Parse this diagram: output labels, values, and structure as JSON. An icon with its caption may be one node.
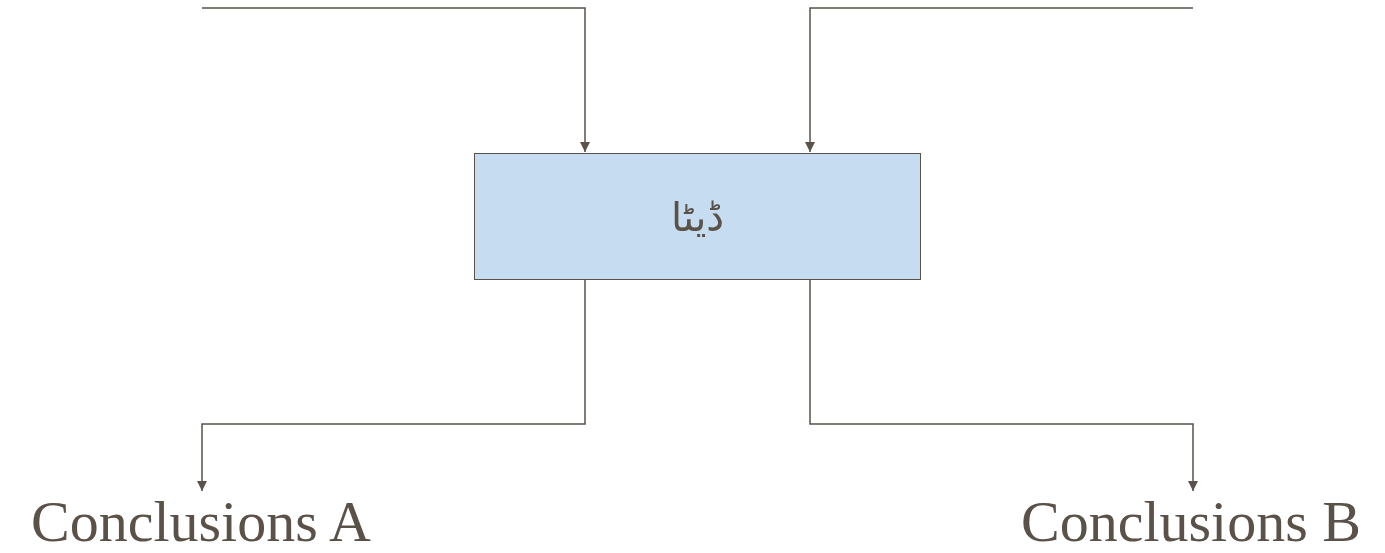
{
  "diagram": {
    "nodes": [
      {
        "text": [
          "ڈیٹا"
        ]
      },
      {
        "text": [
          "Conclusions A"
        ]
      },
      {
        "text": [
          "Conclusions B"
        ]
      }
    ],
    "edges": [
      {
        "from": null,
        "to": 0,
        "arrow": "to"
      },
      {
        "from": null,
        "to": 0,
        "arrow": "to"
      },
      {
        "from": 0,
        "to": 1,
        "arrow": "to"
      },
      {
        "from": 0,
        "to": 2,
        "arrow": "to"
      }
    ]
  }
}
